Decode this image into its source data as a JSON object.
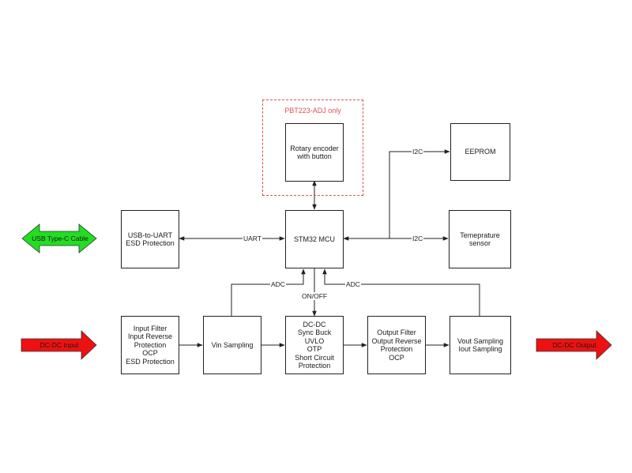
{
  "optional_group": {
    "title": "PBT223-ADJ only"
  },
  "blocks": {
    "rotary": "Rotary encoder\nwith button",
    "eeprom": "EEPROM",
    "usb_uart": "USB-to-UART\nESD Protection",
    "mcu": "STM32 MCU",
    "temp": "Temeprature\nsensor",
    "input_filter": "Input Filter\nInput Reverse\nProtection\nOCP\nESD Protection",
    "vin_sampling": "Vin Sampling",
    "dcdc": "DC-DC\nSync Buck\nUVLO\nOTP\nShort Circuit\nProtection",
    "output_filter": "Output Filter\nOutput Reverse\nProtection\nOCP",
    "vout_sampling": "Vout Sampling\nIout Sampling"
  },
  "arrows": {
    "usb": "USB Type-C Cable",
    "dc_input": "DC-DC Input",
    "dc_output": "DC-DC Output"
  },
  "links": {
    "i2c_eeprom": "I2C",
    "i2c_temp": "I2C",
    "uart": "UART",
    "adc_left": "ADC",
    "adc_right": "ADC",
    "onoff": "ON/OFF"
  },
  "colors": {
    "usb_arrow": "#22dd22",
    "dc_arrow": "#ee1111",
    "dashed_border": "#d9534f",
    "line": "#222222"
  }
}
